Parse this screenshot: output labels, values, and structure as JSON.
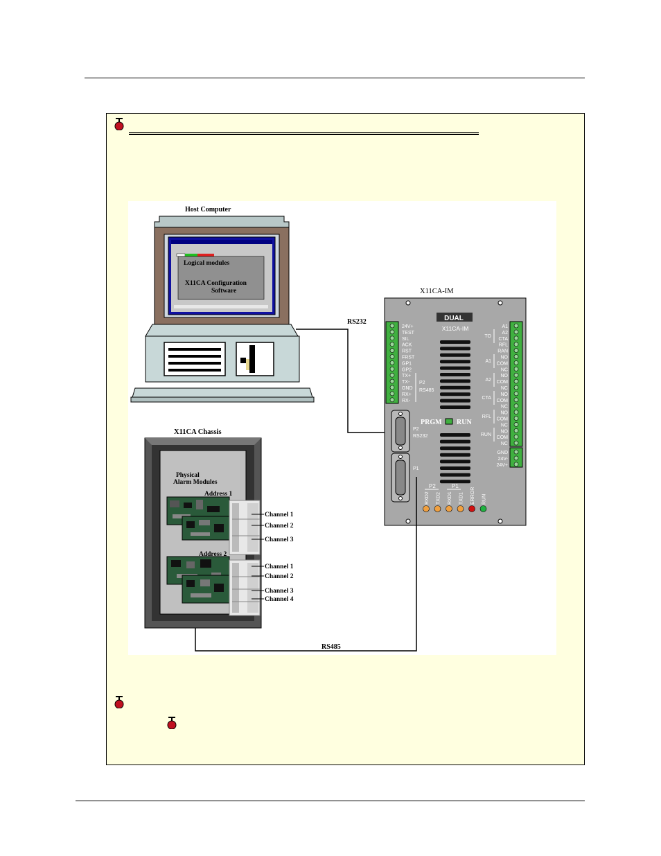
{
  "figure": {
    "host_computer_label": "Host Computer",
    "screen_text_1": "Logical modules",
    "screen_text_2": "X11CA  Configuration",
    "screen_text_3": "Software",
    "rs232_label": "RS232",
    "rs485_label": "RS485",
    "im_label": "X11CA-IM",
    "im_brand": "DUAL",
    "im_model": "X11CA-IM",
    "left_terminals": [
      "24V+",
      "TEST",
      "SIL",
      "ACK",
      "RST",
      "FRST",
      "GP1",
      "GP2",
      "TX+",
      "TX-",
      "GND",
      "RX+",
      "RX-"
    ],
    "p2_rs485_label": [
      "P2",
      "RS485"
    ],
    "prgm_label": "PRGM",
    "run_label": "RUN",
    "p2_rs232_label": [
      "P2",
      "RS232"
    ],
    "p1_label": "P1",
    "right_terminals": [
      "A1",
      "A2",
      "CTA",
      "RFL",
      "RAN",
      "NO",
      "COM",
      "NC",
      "NO",
      "COM",
      "NC",
      "NO",
      "COM",
      "NC",
      "NO",
      "COM",
      "NC",
      "NO",
      "COM",
      "NC"
    ],
    "right_groups": [
      "TO",
      "A1",
      "A2",
      "CTA",
      "RFL",
      "RUN"
    ],
    "power_terminals": [
      "GND",
      "24V-",
      "24V+"
    ],
    "led_groups": [
      "P2",
      "P1"
    ],
    "led_labels": [
      "RXD2",
      "TXD2",
      "RXD1",
      "TXD1",
      "ERROR",
      "RUN"
    ],
    "led_colors": [
      "#f0a040",
      "#f0a040",
      "#f0a040",
      "#f0a040",
      "#d01010",
      "#20b040"
    ],
    "chassis_label": "X11CA Chassis",
    "physical_label_1": "Physical",
    "physical_label_2": "Alarm Modules",
    "address_1": "Address 1",
    "address_2": "Address 2",
    "channels_a1": [
      "Channel 1",
      "Channel 2",
      "Channel 3"
    ],
    "channels_a2": [
      "Channel 1",
      "Channel 2",
      "Channel 3",
      "Channel 4"
    ]
  },
  "colors": {
    "note_background": "#ffffe0",
    "terminal_green": "#40b040",
    "panel_gray": "#a8a8a8",
    "monitor_brown": "#8a7060"
  }
}
